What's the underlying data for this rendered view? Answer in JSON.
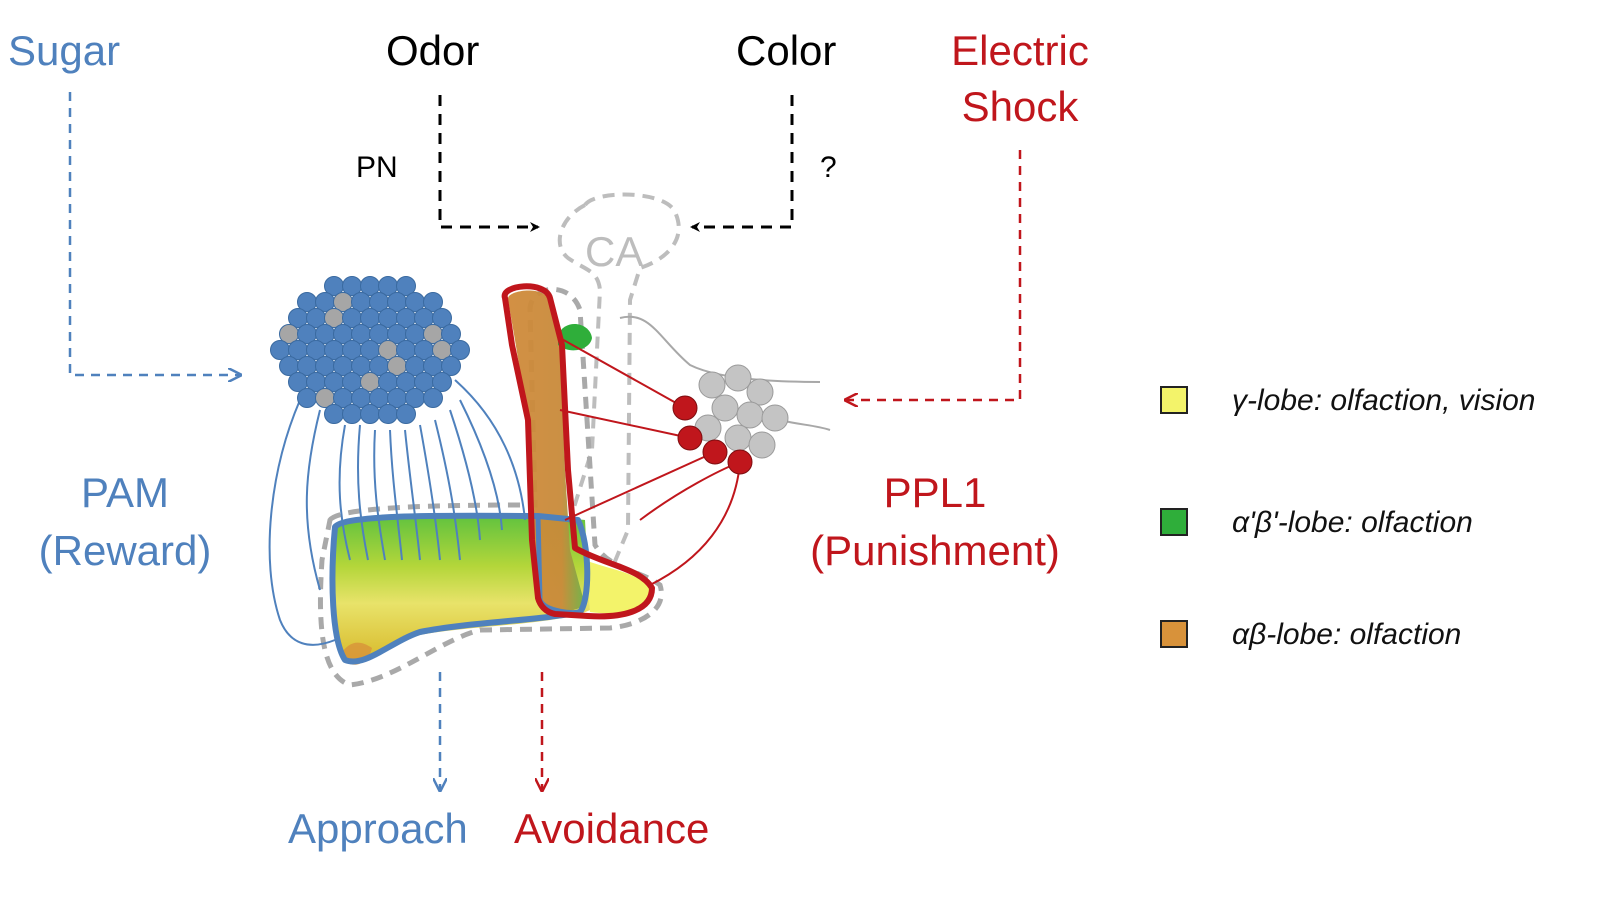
{
  "colors": {
    "reward": "#4f81bd",
    "punish": "#c0161c",
    "neutral": "#000000",
    "ca_gray": "#bdbdbd",
    "gamma": "#f3f36a",
    "alpha_prime_beta_prime": "#2fae3a",
    "alpha_beta": "#d8923a"
  },
  "inputs": {
    "sugar": "Sugar",
    "odor": "Odor",
    "color": "Color",
    "electric_shock_line1": "Electric",
    "electric_shock_line2": "Shock",
    "pn": "PN",
    "unknown": "?"
  },
  "structure": {
    "ca": "CA"
  },
  "clusters": {
    "pam_line1": "PAM",
    "pam_line2": "(Reward)",
    "ppl1_line1": "PPL1",
    "ppl1_line2": "(Punishment)"
  },
  "outputs": {
    "approach": "Approach",
    "avoidance": "Avoidance"
  },
  "legend": [
    {
      "label": "γ-lobe: olfaction, vision",
      "color": "#f3f36a",
      "icon": "square"
    },
    {
      "label": "α'β'-lobe: olfaction",
      "color": "#2fae3a",
      "icon": "square"
    },
    {
      "label": "αβ-lobe: olfaction",
      "color": "#d8923a",
      "icon": "square"
    }
  ]
}
